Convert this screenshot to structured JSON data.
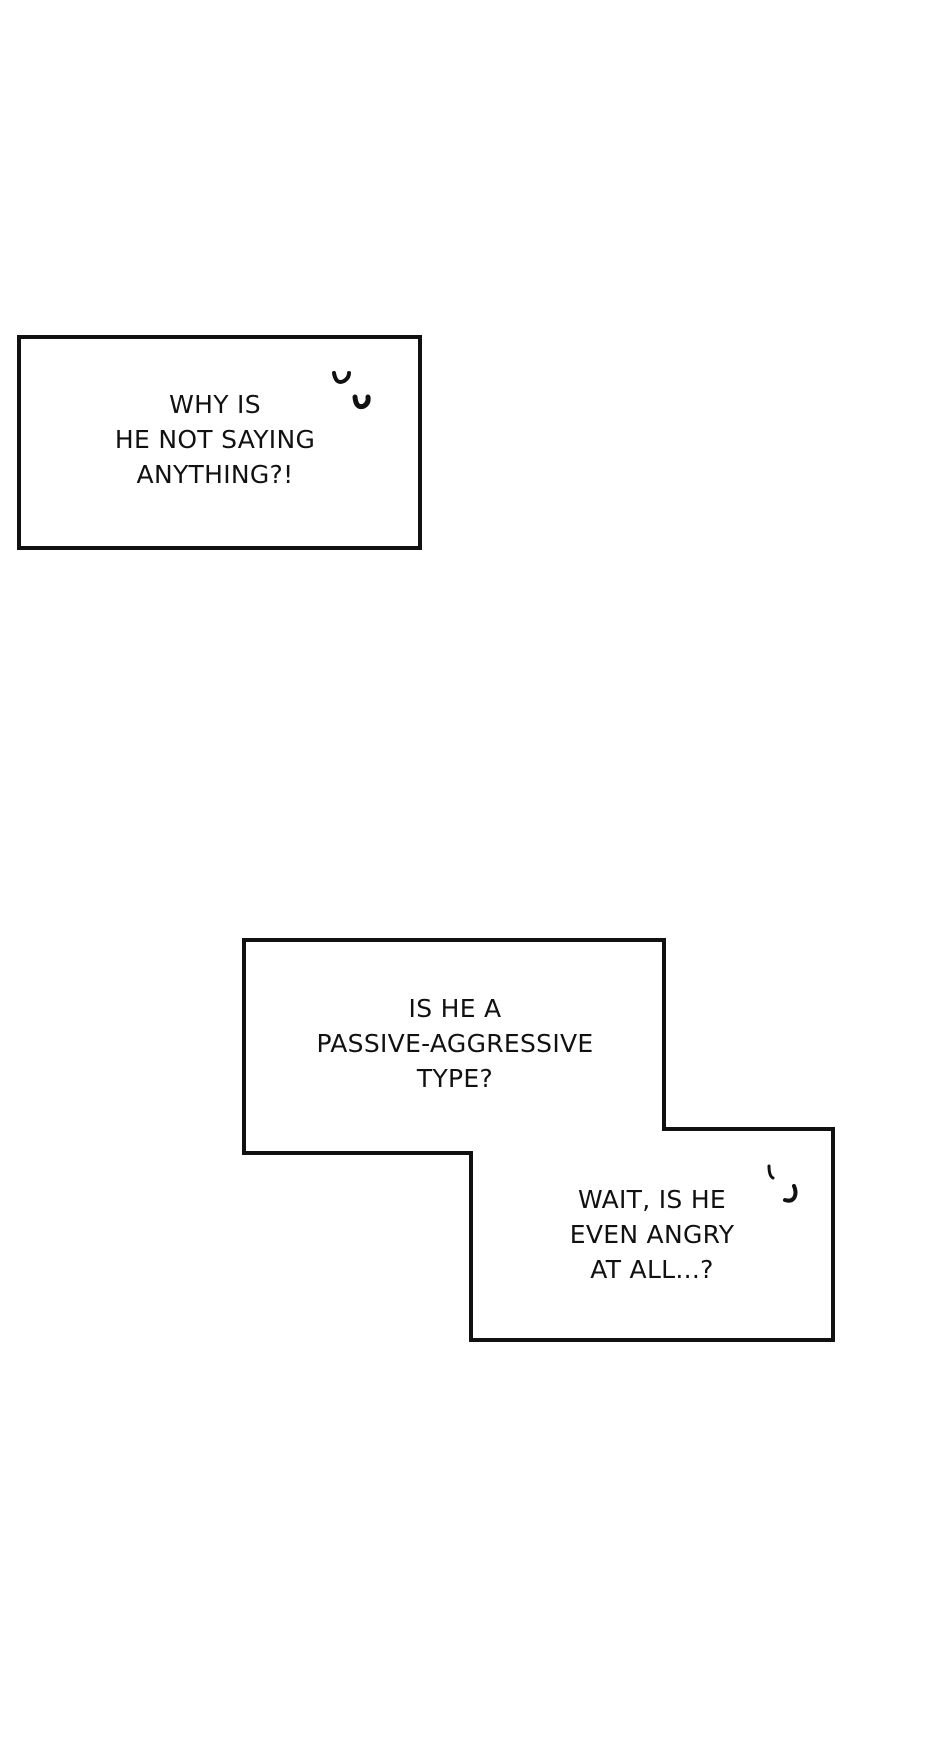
{
  "panels": [
    {
      "lines": [
        "WHY IS",
        "HE NOT SAYING",
        "ANYTHING?!"
      ]
    },
    {
      "lines": [
        "IS HE A",
        "PASSIVE-AGGRESSIVE",
        "TYPE?"
      ]
    },
    {
      "lines": [
        "WAIT, IS HE",
        "EVEN ANGRY",
        "AT ALL...?"
      ]
    }
  ],
  "colors": {
    "ink": "#111111",
    "paper": "#ffffff"
  }
}
